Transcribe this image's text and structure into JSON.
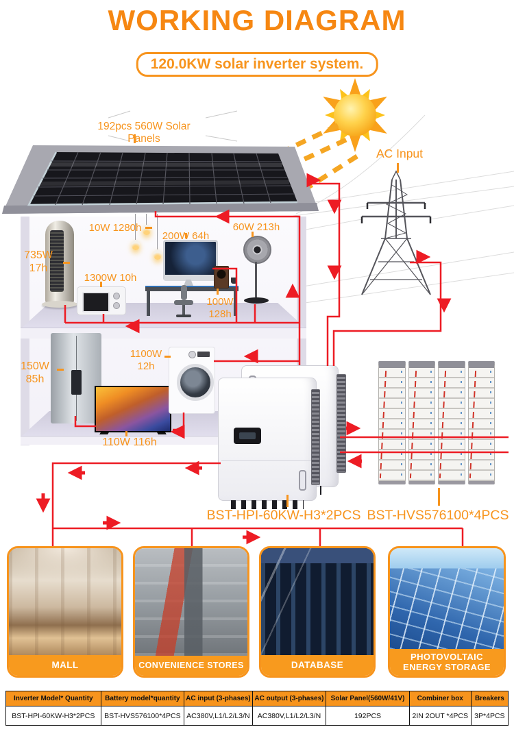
{
  "header": {
    "title": "WORKING DIAGRAM",
    "subtitle": "120.0KW solar inverter system."
  },
  "labels": {
    "solar_panels": "192pcs 560W Solar Panels",
    "ac_input": "AC Input",
    "inverter_model": "BST-HPI-60KW-H3*2PCS",
    "battery_model": "BST-HVS576100*4PCS"
  },
  "appliances": [
    {
      "id": "air-conditioner",
      "label": "735W\n17h"
    },
    {
      "id": "pendant-lamps",
      "label": "10W 1280h"
    },
    {
      "id": "computer",
      "label": "200W 64h"
    },
    {
      "id": "standing-fan",
      "label": "60W 213h"
    },
    {
      "id": "microwave",
      "label": "1300W 10h"
    },
    {
      "id": "speaker",
      "label": "100W\n128h"
    },
    {
      "id": "fridge",
      "label": "150W\n85h"
    },
    {
      "id": "washing-machine",
      "label": "1100W\n12h"
    },
    {
      "id": "tv",
      "label": "110W 116h"
    }
  ],
  "cards": [
    {
      "label": "MALL"
    },
    {
      "label": "CONVENIENCE STORES"
    },
    {
      "label": "DATABASE"
    },
    {
      "label": "PHOTOVOLTAIC\nENERGY STORAGE"
    }
  ],
  "table": {
    "headers": [
      "Inverter Model* Quantity",
      "Battery model*quantity",
      "AC input (3-phases)",
      "AC output (3-phases)",
      "Solar Panel(560W/41V)",
      "Combiner box",
      "Breakers"
    ],
    "rows": [
      [
        "BST-HPI-60KW-H3*2PCS",
        "BST-HVS576100*4PCS",
        "AC380V,L1/L2/L3/N",
        "AC380V,L1/L2/L3/N",
        "192PCS",
        "2IN 2OUT *4PCS",
        "3P*4PCS"
      ]
    ]
  },
  "colors": {
    "accent": "#F7941D",
    "wire": "#ED1C24"
  }
}
